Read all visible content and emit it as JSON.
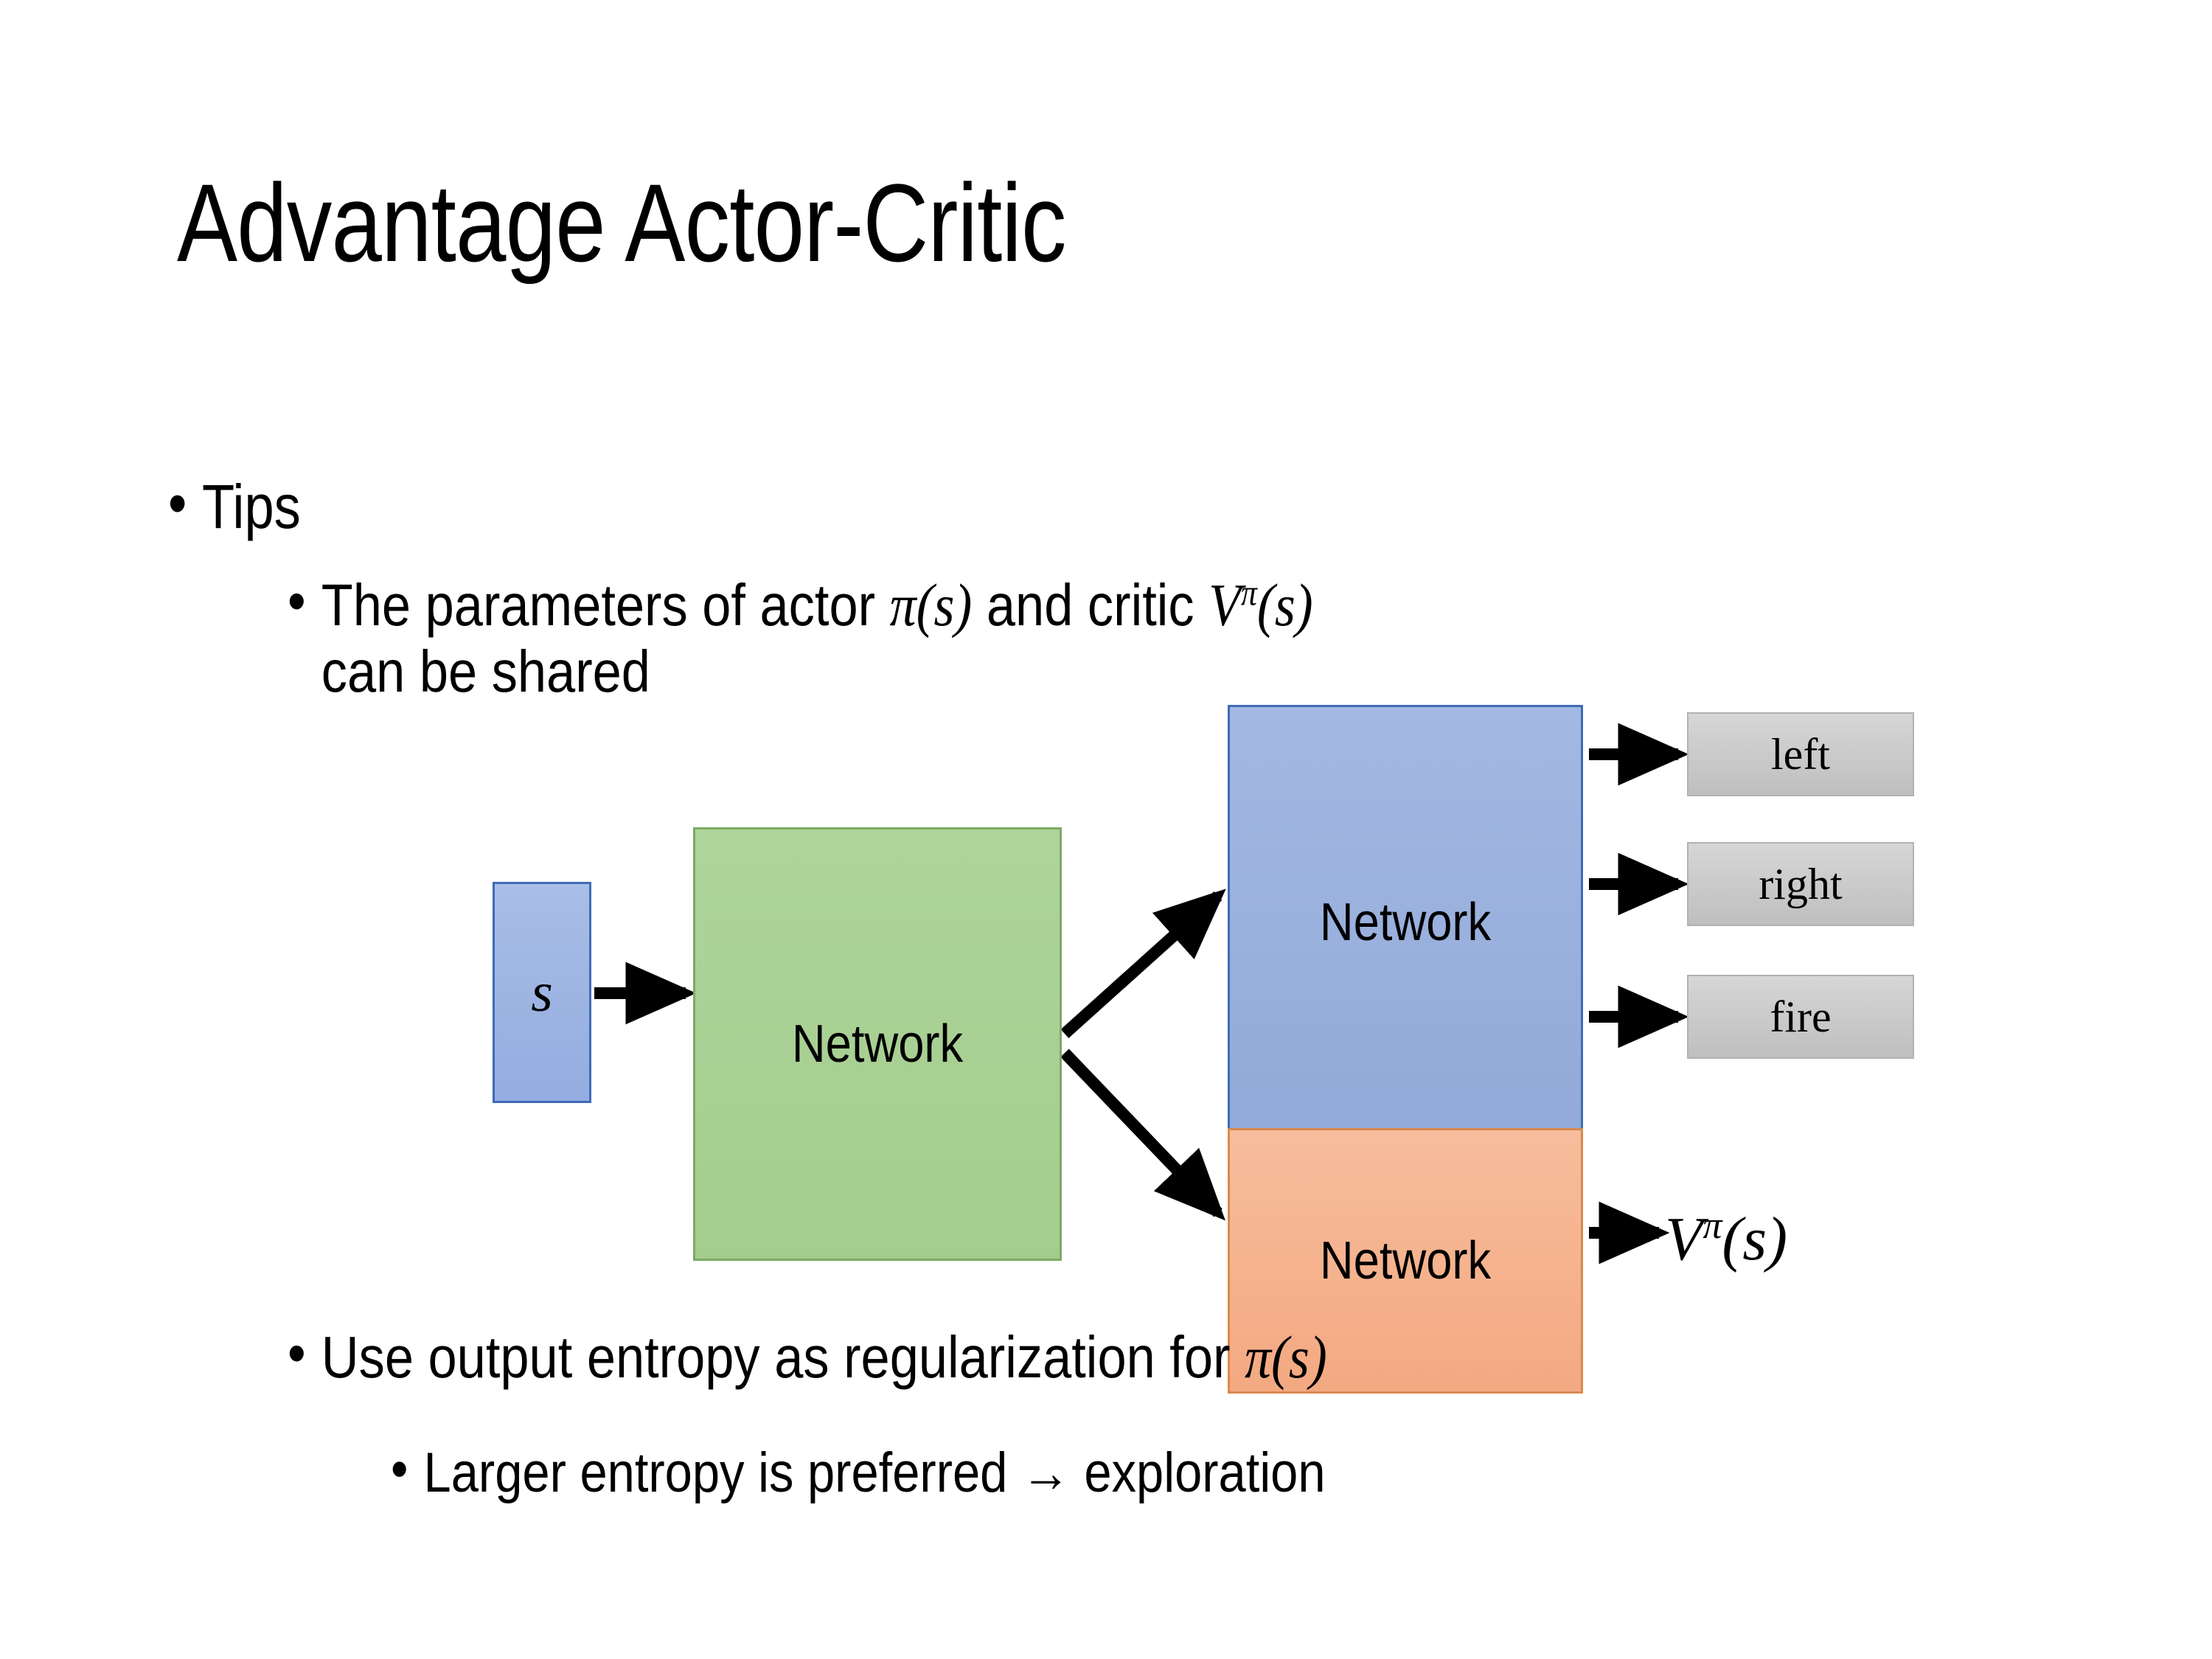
{
  "slide": {
    "title": "Advantage Actor-Critic",
    "bullets": {
      "tips": "Tips",
      "params_line1_a": "The parameters of actor ",
      "params_math_pi": "π(s)",
      "params_line1_b": "  and critic ",
      "params_math_v": "V",
      "params_math_v_sup": "π",
      "params_math_v_arg": "(s)",
      "params_line2": "can be shared",
      "entropy_a": "Use output entropy as regularization for ",
      "entropy_math": "π(s)",
      "larger": "Larger entropy is preferred → exploration"
    }
  },
  "diagram": {
    "input_label": "s",
    "shared_network_label": "Network",
    "actor_network_label": "Network",
    "critic_network_label": "Network",
    "actions": [
      {
        "label": "left"
      },
      {
        "label": "right"
      },
      {
        "label": "fire"
      }
    ],
    "critic_output": {
      "symbol": "V",
      "superscript": "π",
      "argument": "(s)"
    },
    "colors": {
      "input_fill": "#9bb4e0",
      "input_border": "#3f6bb5",
      "shared_fill": "#a9d08e",
      "shared_border": "#7aab63",
      "actor_fill": "#9ab0dd",
      "actor_border": "#3f6bb5",
      "critic_fill": "#f4b183",
      "critic_border": "#d98a4f",
      "action_fill": "#c8c8c8",
      "action_border": "#b2b2b2",
      "arrow": "#000000",
      "background": "#ffffff",
      "text": "#000000"
    }
  }
}
